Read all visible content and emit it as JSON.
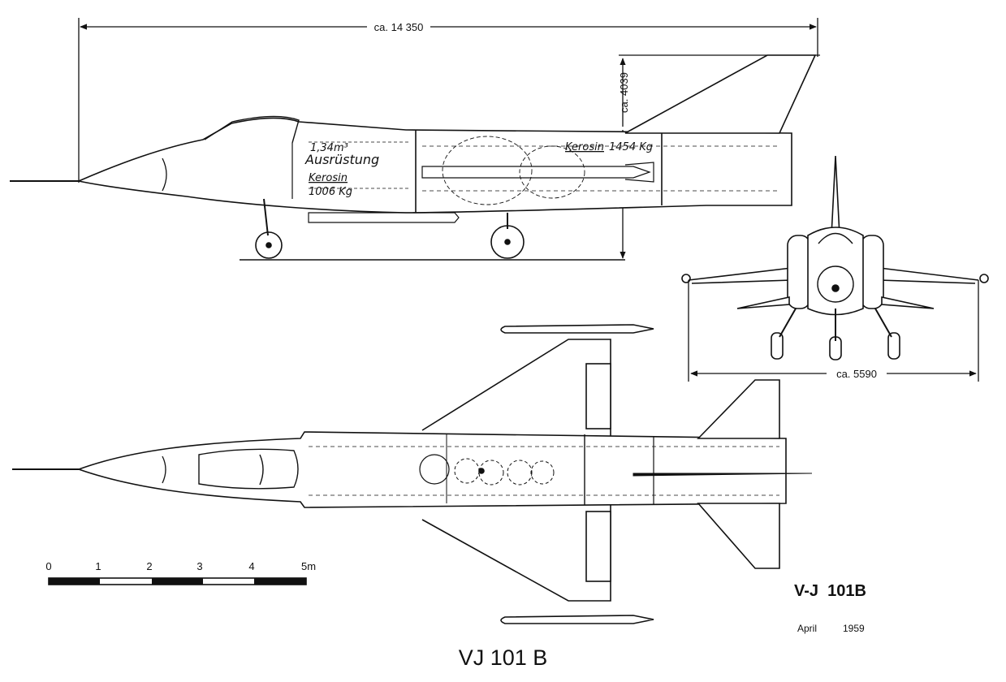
{
  "dimensions": {
    "length": "ca. 14 350",
    "height": "ca. 4039",
    "span": "ca. 5590"
  },
  "side_view": {
    "volume": "1,34m³",
    "equipment": "Ausrüstung",
    "fuel_front_label": "Kerosin",
    "fuel_front_amount": "1006 Kg",
    "fuel_rear_label": "Kerosin",
    "fuel_rear_amount": "1454 Kg"
  },
  "scale_bar": {
    "ticks": [
      "0",
      "1",
      "2",
      "3",
      "4",
      "5m"
    ]
  },
  "designation": "V-J  101B",
  "date": {
    "month": "April",
    "year": "1959"
  },
  "caption": "VJ 101 B"
}
